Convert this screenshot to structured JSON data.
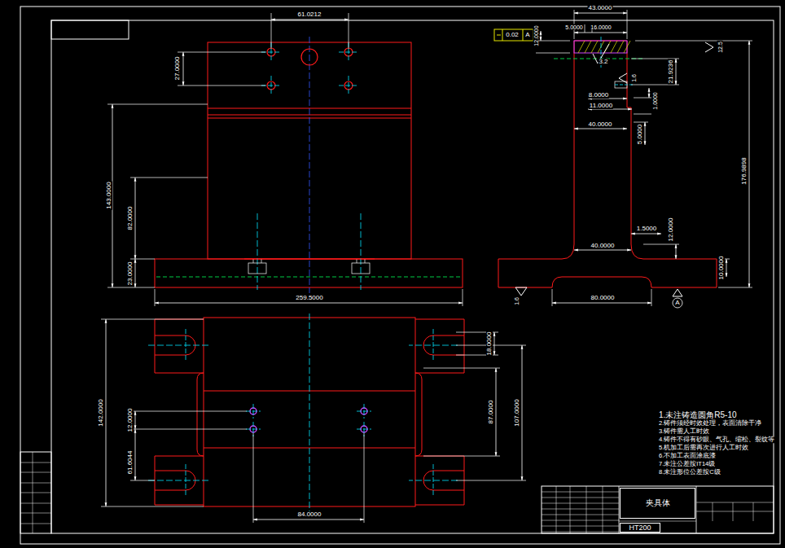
{
  "diagram": {
    "nodes": [
      {
        "text": [
          "夹具体"
        ]
      },
      {
        "text": [
          "HT200"
        ]
      }
    ],
    "labels": [
      "61.0212",
      "27.0000",
      "143.0000",
      "82.0000",
      "23.0000",
      "259.5000",
      "142.0000",
      "61.6044",
      "12.0000",
      "18.0000",
      "87.0000",
      "107.0000",
      "84.0000",
      "43.0000",
      "5.0000",
      "16.0000",
      "12.0000",
      "21.9236",
      "8.0000",
      "11.0000",
      "1.0000",
      "40.0000",
      "5.0000",
      "176.9898",
      "1.5000",
      "12.0000",
      "40.0000",
      "10.0000",
      "80.0000",
      "0.02",
      "A",
      "3.2",
      "1.6",
      "12.5",
      "1.6",
      "A",
      "1.未注铸造圆角R5-10",
      "2.铸件须经时效处理，表面清除干净",
      "3.铸件需人工时效",
      "4.铸件不得有砂眼、气孔、缩松、裂纹等",
      "5.机加工后需再次进行人工时效",
      "6.不加工表面涂底漆",
      "7.未注公差按IT14级",
      "8.未注形位公差按C级"
    ]
  }
}
